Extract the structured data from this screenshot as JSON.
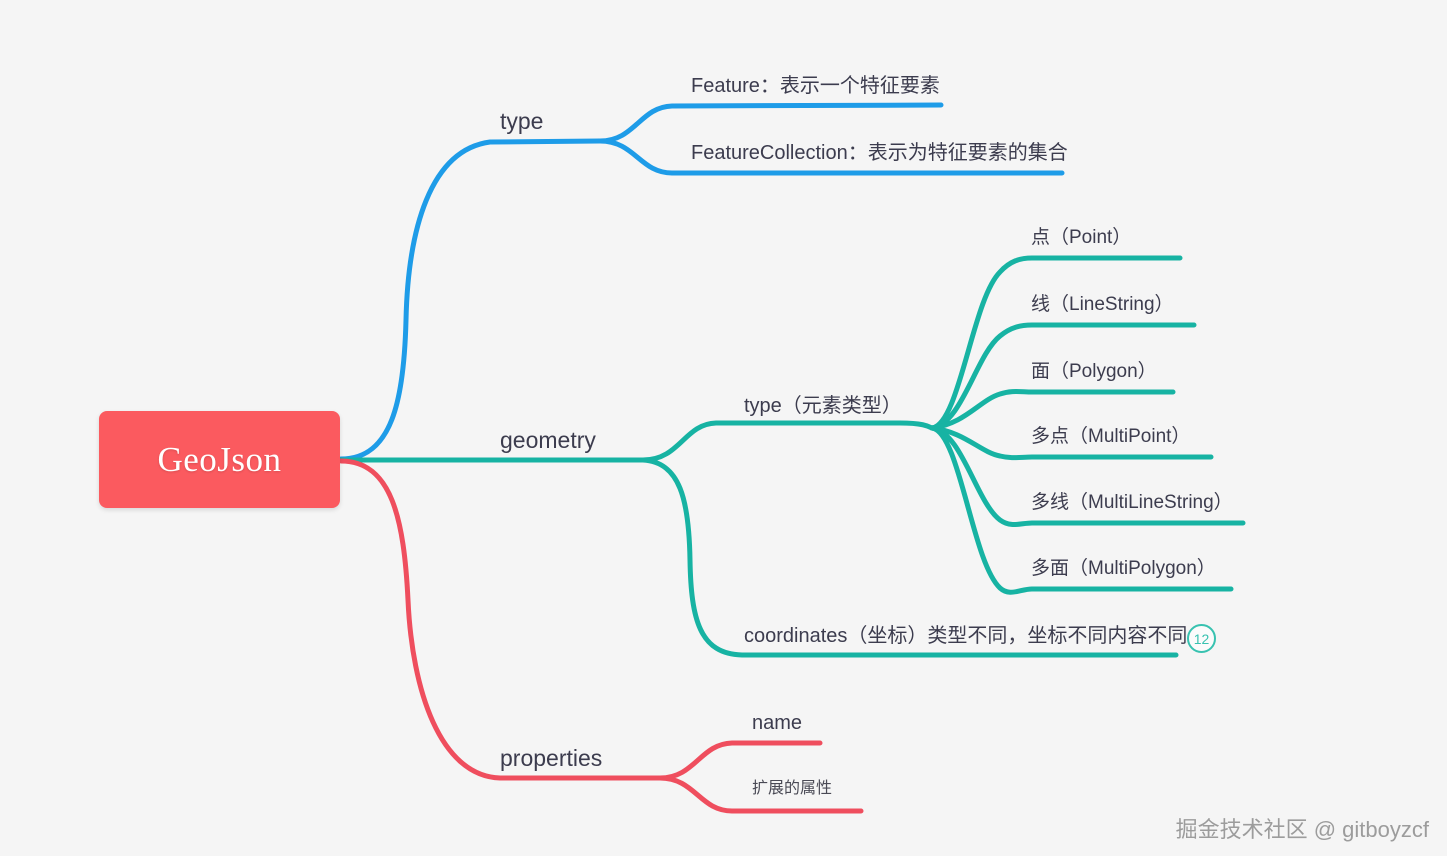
{
  "meta": {
    "background_color": "#f5f5f5",
    "watermark": "掘金技术社区 @ gitboyzcf"
  },
  "colors": {
    "root_fill": "#fb5a5f",
    "root_text": "#ffffff",
    "branch_blue": "#1e9ce8",
    "branch_teal": "#17b3a3",
    "branch_red": "#ef4e5e",
    "label_text": "#3c3c4e",
    "badge": "#38c2b0"
  },
  "root": {
    "label": "GeoJson"
  },
  "branches": [
    {
      "id": "type",
      "label": "type",
      "color": "#1e9ce8",
      "children": [
        {
          "label": "Feature：表示一个特征要素"
        },
        {
          "label": "FeatureCollection：表示为特征要素的集合"
        }
      ]
    },
    {
      "id": "geometry",
      "label": "geometry",
      "color": "#17b3a3",
      "children": [
        {
          "id": "geometry-type",
          "label": "type（元素类型）",
          "children": [
            {
              "label": "点（Point）"
            },
            {
              "label": "线（LineString）"
            },
            {
              "label": "面（Polygon）"
            },
            {
              "label": "多点（MultiPoint）"
            },
            {
              "label": "多线（MultiLineString）"
            },
            {
              "label": "多面（MultiPolygon）"
            }
          ]
        },
        {
          "id": "geometry-coordinates",
          "label": "coordinates（坐标）类型不同，坐标不同内容不同",
          "badge": "12"
        }
      ]
    },
    {
      "id": "properties",
      "label": "properties",
      "color": "#ef4e5e",
      "children": [
        {
          "label": "name"
        },
        {
          "label": "扩展的属性"
        }
      ]
    }
  ]
}
